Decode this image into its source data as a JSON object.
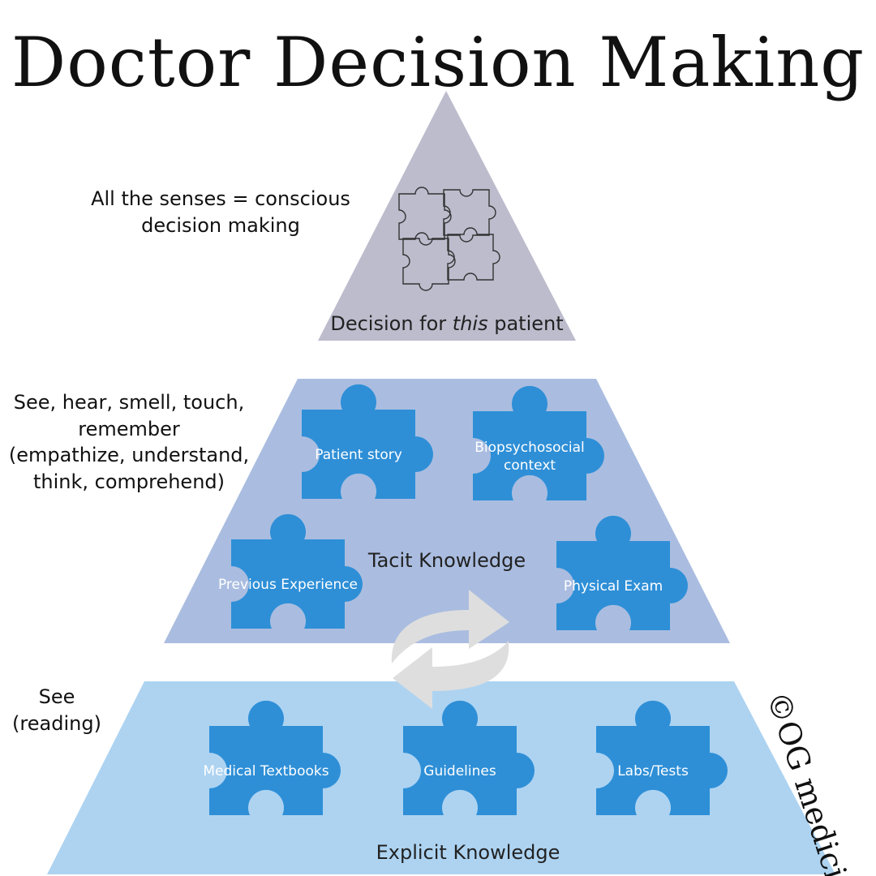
{
  "title": "Doctor Decision Making",
  "colors": {
    "apex_fill": "#bdbccd",
    "middle_fill": "#aabde0",
    "base_fill": "#add3f1",
    "piece_fill": "#2e8fd7",
    "arrow_fill": "#dedede"
  },
  "apex": {
    "side_label_lines": [
      "All the senses = conscious",
      "decision making"
    ],
    "caption_before": "Decision for ",
    "caption_emphasis": "this",
    "caption_after": " patient",
    "icon": "jigsaw-outline-icon"
  },
  "middle": {
    "side_label_lines": [
      "See, hear, smell, touch,",
      "remember",
      "(empathize, understand,",
      "think, comprehend)"
    ],
    "tier_label": "Tacit Knowledge",
    "pieces": [
      {
        "lines": [
          "Patient story"
        ]
      },
      {
        "lines": [
          "Biopsychosocial",
          "context"
        ]
      },
      {
        "lines": [
          "Previous Experience"
        ]
      },
      {
        "lines": [
          "Physical Exam"
        ]
      }
    ]
  },
  "base": {
    "side_label_lines": [
      "See",
      "(reading)"
    ],
    "tier_label": "Explicit Knowledge",
    "pieces": [
      {
        "lines": [
          "Medical Textbooks"
        ]
      },
      {
        "lines": [
          "Guidelines"
        ]
      },
      {
        "lines": [
          "Labs/Tests"
        ]
      }
    ]
  },
  "cycle_icon": "circular-arrows-icon",
  "watermark": "©OG medicine"
}
